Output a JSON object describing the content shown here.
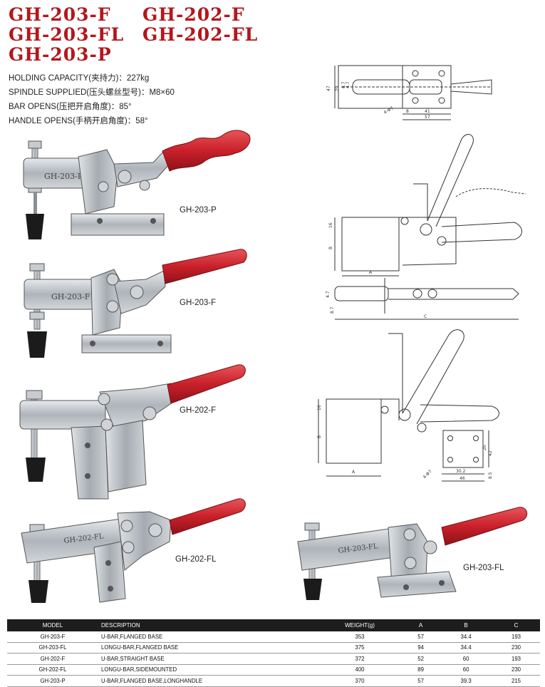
{
  "titles": {
    "line1_left": "GH-203-F",
    "line1_right": "GH-202-F",
    "line2_left": "GH-203-FL",
    "line2_right": "GH-202-FL",
    "line3": "GH-203-P"
  },
  "specs": [
    "HOLDING CAPACITY(夹持力)：227kg",
    "SPINDLE SUPPLIED(压头螺丝型号)：M8×60",
    "BAR OPENS(压把开启角度)：85°",
    "HANDLE OPENS(手柄开启角度)：58°"
  ],
  "product_labels": {
    "p": "GH-203-P",
    "f": "GH-203-F",
    "f202": "GH-202-F",
    "fl202": "GH-202-FL",
    "fl203": "GH-203-FL"
  },
  "body_stamps": {
    "p": "GH-203-P",
    "f": "GH-203-F",
    "fl202": "GH-202-FL",
    "fl203": "GH-203-FL"
  },
  "drawing_dims": {
    "top": [
      "47",
      "29",
      "8.7",
      "4.7",
      "4-Φ7",
      "8",
      "41",
      "57"
    ],
    "side1": [
      "16",
      "B",
      "A"
    ],
    "plan": [
      "4.7",
      "8.7",
      "C"
    ],
    "side2": [
      "16",
      "B",
      "A"
    ],
    "base": [
      "42",
      "20",
      "4-Φ7",
      "30.2",
      "46",
      "8.5"
    ]
  },
  "table": {
    "headers": [
      "MODEL",
      "DESCRIPTION",
      "WEIGHT(g)",
      "A",
      "B",
      "C"
    ],
    "rows": [
      {
        "model": "GH-203-F",
        "description": "U-BAR,FLANGED BASE",
        "weight": "353",
        "a": "57",
        "b": "34.4",
        "c": "193"
      },
      {
        "model": "GH-203-FL",
        "description": "LONGU-BAR,FLANGED BASE",
        "weight": "375",
        "a": "94",
        "b": "34.4",
        "c": "230"
      },
      {
        "model": "GH-202-F",
        "description": "U-BAR,STRAIGHT BASE",
        "weight": "372",
        "a": "52",
        "b": "60",
        "c": "193"
      },
      {
        "model": "GH-202-FL",
        "description": "LONGU-BAR,SIDEMOUNTED",
        "weight": "400",
        "a": "89",
        "b": "60",
        "c": "230"
      },
      {
        "model": "GH-203-P",
        "description": "U-BAR,FLANGED BASE,LONGHANDLE",
        "weight": "370",
        "a": "57",
        "b": "39.3",
        "c": "215"
      }
    ]
  },
  "colors": {
    "title_red": "#b5161b",
    "handle_red": "#c9202a",
    "steel": "#b9bec4",
    "rubber": "#1b1b1b"
  }
}
